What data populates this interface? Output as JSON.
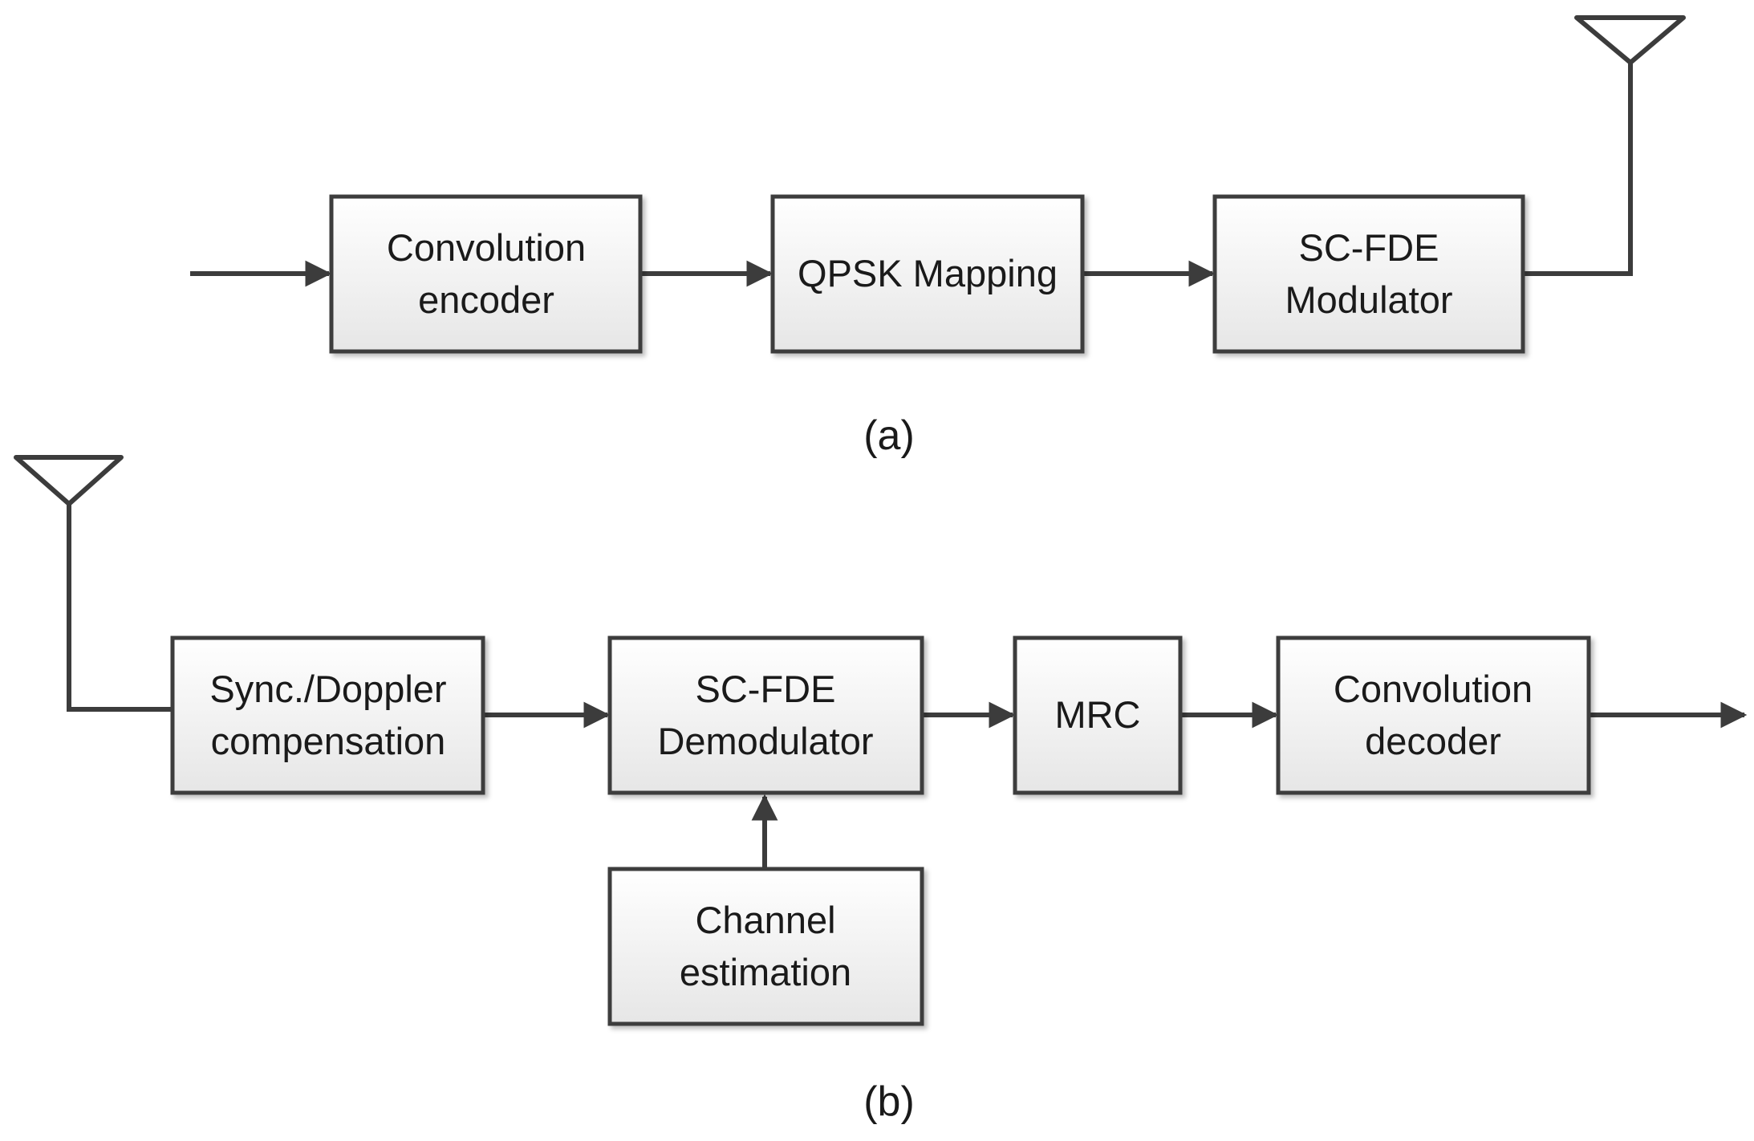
{
  "transmitter": {
    "caption": "(a)",
    "blocks": [
      {
        "id": "conv_encoder",
        "lines": [
          "Convolution",
          "encoder"
        ]
      },
      {
        "id": "qpsk",
        "lines": [
          "QPSK Mapping"
        ]
      },
      {
        "id": "scfde_mod",
        "lines": [
          "SC-FDE",
          "Modulator"
        ]
      }
    ]
  },
  "receiver": {
    "caption": "(b)",
    "blocks": [
      {
        "id": "sync",
        "lines": [
          "Sync./Doppler",
          "compensation"
        ]
      },
      {
        "id": "scfde_demod",
        "lines": [
          "SC-FDE",
          "Demodulator"
        ]
      },
      {
        "id": "mrc",
        "lines": [
          "MRC"
        ]
      },
      {
        "id": "conv_decoder",
        "lines": [
          "Convolution",
          "decoder"
        ]
      },
      {
        "id": "chan_est",
        "lines": [
          "Channel",
          "estimation"
        ]
      }
    ]
  },
  "colors": {
    "block_fill_top": "#ffffff",
    "block_fill_bottom": "#e6e6e6",
    "stroke": "#3c3c3c"
  }
}
